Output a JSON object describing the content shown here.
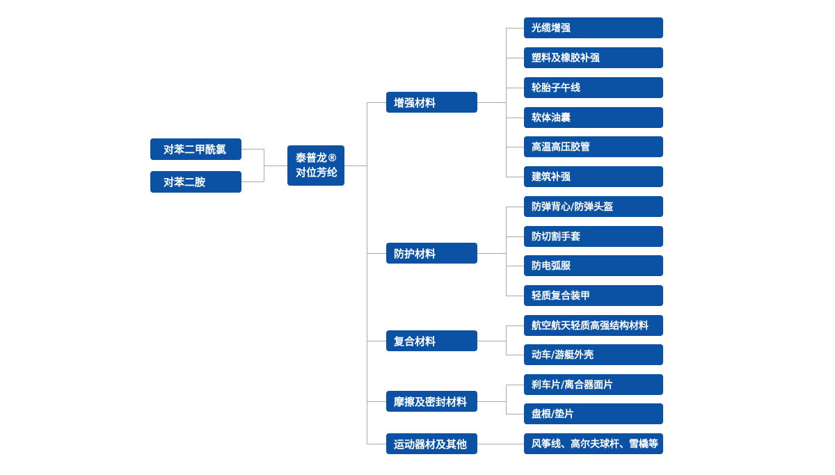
{
  "diagram": {
    "colors": {
      "node_blue": "#0b52a5",
      "connector_gray": "#a8a8a8",
      "text": "#ffffff",
      "background": "#ffffff"
    },
    "sources": [
      {
        "label": "对苯二甲酰氯"
      },
      {
        "label": "对苯二胺"
      }
    ],
    "root": {
      "label_line1": "泰普龙®",
      "label_line2": "对位芳纶"
    },
    "categories": [
      {
        "label": "增强材料",
        "children": [
          "光缆增强",
          "塑料及橡胶补强",
          "轮胎子午线",
          "软体油囊",
          "高温高压胶管",
          "建筑补强"
        ]
      },
      {
        "label": "防护材料",
        "children": [
          "防弹背心/防弹头盔",
          "防切割手套",
          "防电弧服",
          "轻质复合装甲"
        ]
      },
      {
        "label": "复合材料",
        "children": [
          "航空航天轻质高强结构材料",
          "动车/游艇外壳"
        ]
      },
      {
        "label": "摩擦及密封材料",
        "children": [
          "刹车片/离合器面片",
          "盘根/垫片"
        ]
      },
      {
        "label": "运动器材及其他",
        "children": [
          "风筝线、高尔夫球杆、雪橇等"
        ]
      }
    ]
  }
}
